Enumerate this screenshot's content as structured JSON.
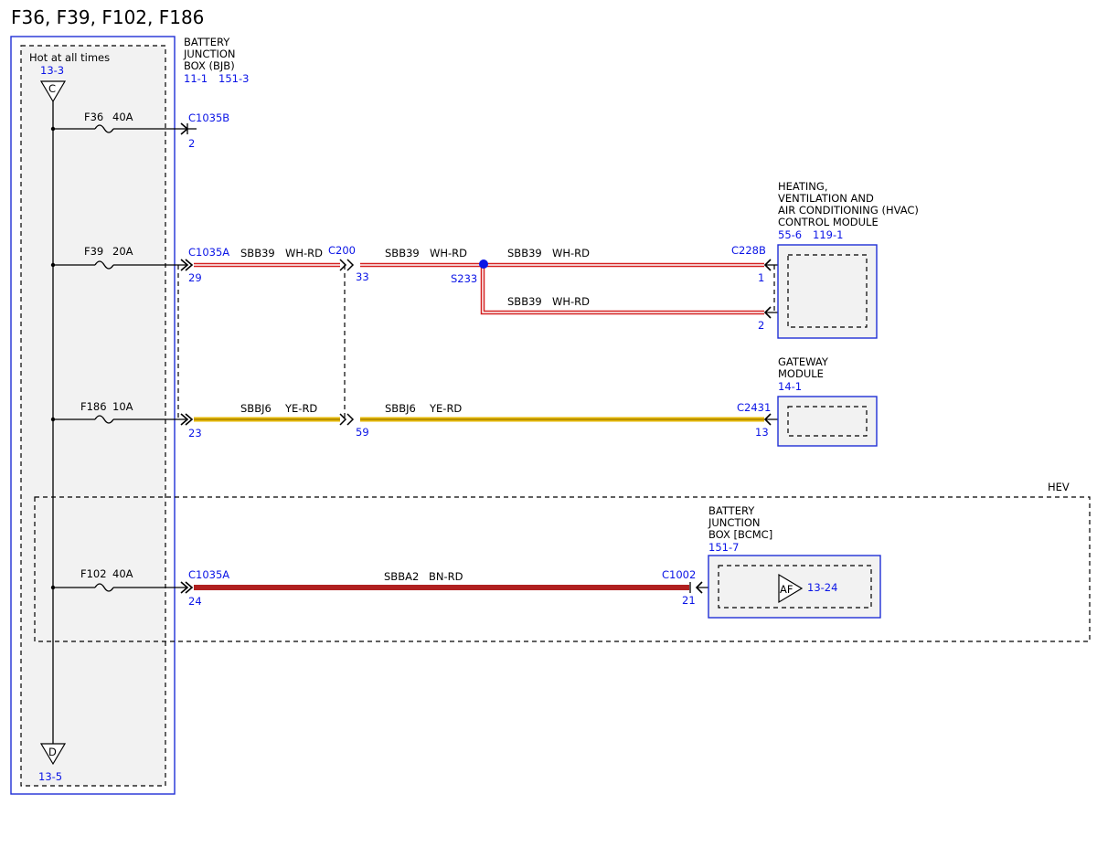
{
  "title": "F36, F39, F102, F186",
  "bjb": {
    "hot_label": "Hot at all times",
    "top_ref": "13-3",
    "top_connector": "C",
    "bottom_ref": "13-5",
    "bottom_connector": "D",
    "name_line1": "BATTERY",
    "name_line2": "JUNCTION",
    "name_line3": "BOX (BJB)",
    "ref1": "11-1",
    "ref2": "151-3"
  },
  "fuses": [
    {
      "id": "F36",
      "rating": "40A"
    },
    {
      "id": "F39",
      "rating": "20A"
    },
    {
      "id": "F186",
      "rating": "10A"
    },
    {
      "id": "F102",
      "rating": "40A"
    }
  ],
  "connectors": {
    "c1035b": {
      "name": "C1035B",
      "pin": "2"
    },
    "c1035a_f39": {
      "name": "C1035A",
      "pin": "29"
    },
    "c1035a_f186": {
      "pin": "23"
    },
    "c1035a_f102": {
      "name": "C1035A",
      "pin": "24"
    },
    "c200": {
      "name": "C200",
      "pin_sbb39": "33",
      "pin_sbbj6": "59"
    },
    "s233": {
      "name": "S233"
    },
    "c228b": {
      "name": "C228B",
      "pin1": "1",
      "pin2": "2"
    },
    "c2431": {
      "name": "C2431",
      "pin": "13"
    },
    "c1002": {
      "name": "C1002",
      "pin": "21"
    }
  },
  "wires": {
    "sbb39_a": {
      "circuit": "SBB39",
      "color": "WH-RD"
    },
    "sbb39_b": {
      "circuit": "SBB39",
      "color": "WH-RD"
    },
    "sbb39_c": {
      "circuit": "SBB39",
      "color": "WH-RD"
    },
    "sbb39_d": {
      "circuit": "SBB39",
      "color": "WH-RD"
    },
    "sbbj6_a": {
      "circuit": "SBBJ6",
      "color": "YE-RD"
    },
    "sbbj6_b": {
      "circuit": "SBBJ6",
      "color": "YE-RD"
    },
    "sbba2": {
      "circuit": "SBBA2",
      "color": "BN-RD"
    }
  },
  "hvac": {
    "line1": "HEATING,",
    "line2": "VENTILATION AND",
    "line3": "AIR CONDITIONING (HVAC)",
    "line4": "CONTROL MODULE",
    "ref1": "55-6",
    "ref2": "119-1"
  },
  "gateway": {
    "line1": "GATEWAY",
    "line2": "MODULE",
    "ref": "14-1"
  },
  "hev": {
    "label": "HEV"
  },
  "bcmc": {
    "line1": "BATTERY",
    "line2": "JUNCTION",
    "line3": "BOX [BCMC]",
    "ref": "151-7",
    "flag": "AF",
    "flag_ref": "13-24"
  },
  "colors": {
    "reference_blue": "#0a14e6",
    "box_border_blue": "#1f2fd6",
    "wh_rd_wire": "#d42020",
    "ye_rd_wire": "#e6b800",
    "bn_rd_wire": "#b02020"
  }
}
